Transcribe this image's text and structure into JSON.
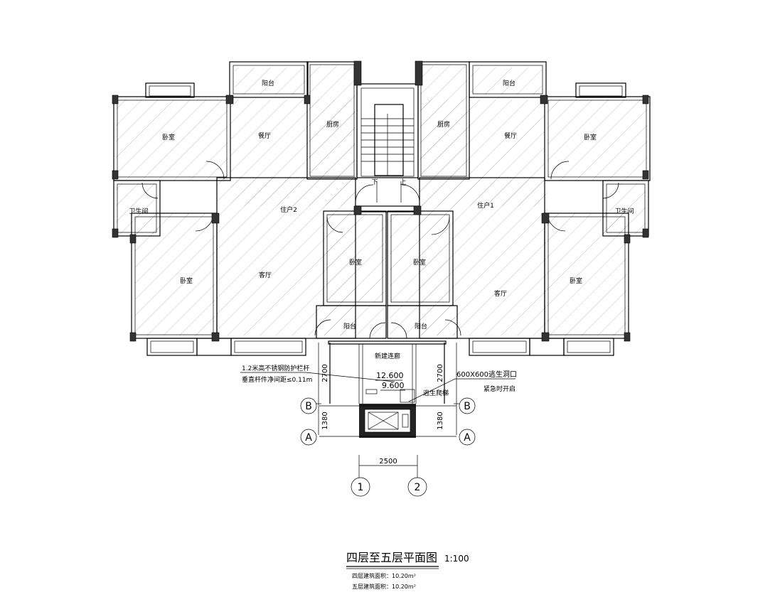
{
  "rooms": {
    "balcony_top_left": "阳台",
    "balcony_top_right": "阳台",
    "kitchen_left": "厨房",
    "kitchen_right": "厨房",
    "dining_left": "餐厅",
    "dining_right": "餐厅",
    "bedroom_nw": "卧室",
    "bedroom_ne": "卧室",
    "bath_left": "卫生间",
    "bath_right": "卫生间",
    "unit_left": "住户2",
    "unit_right": "住户1",
    "bedroom_sw": "卧室",
    "bedroom_se": "卧室",
    "living_left": "客厅",
    "living_right": "客厅",
    "bedroom_mid_left": "卧室",
    "bedroom_mid_right": "卧室",
    "balcony_bottom_left": "阳台",
    "balcony_bottom_right": "阳台",
    "new_corridor": "新建连廊",
    "stair_up_left": "下",
    "stair_up_right": "上"
  },
  "notes": {
    "railing_line1": "1.2米高不锈钢防护栏杆",
    "railing_line2": "垂直杆件净间距≤0.11m",
    "level_upper": "12.600",
    "level_lower": "9.600",
    "hatch_line1": "600X600逃生洞口",
    "hatch_line2": "紧急时开启",
    "escape_ladder": "逃生爬梯"
  },
  "dimensions": {
    "left_2700": "2700",
    "left_1380": "1380",
    "right_2700": "2700",
    "right_1380": "1380",
    "bottom_2500": "2500"
  },
  "axes": {
    "b_left": "B",
    "b_right": "B",
    "a_left": "A",
    "a_right": "A",
    "one": "1",
    "two": "2"
  },
  "title": {
    "main": "四层至五层平面图",
    "scale": "1:100",
    "area_4": "四层建筑面积：10.20m²",
    "area_5": "五层建筑面积：10.20m²"
  }
}
